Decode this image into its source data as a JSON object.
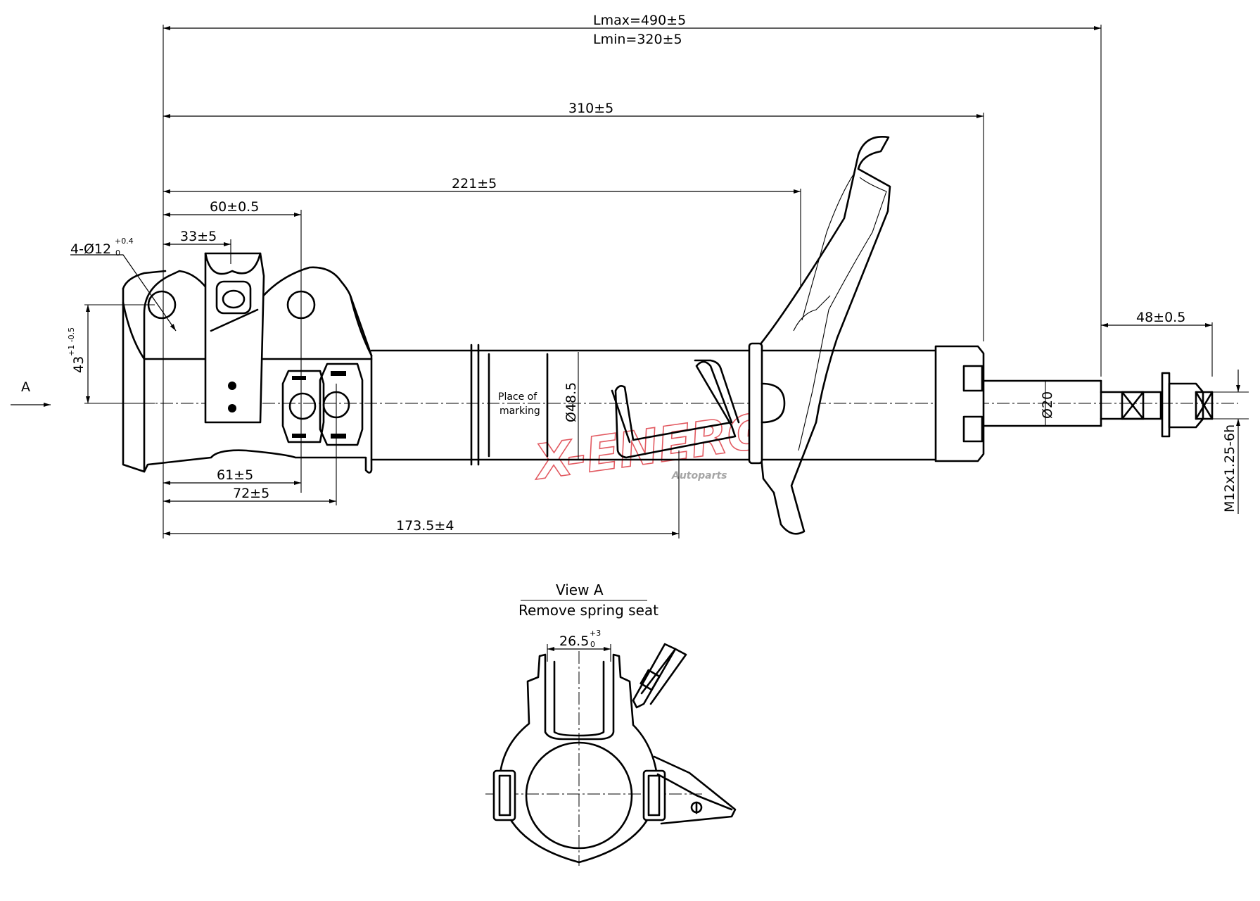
{
  "dimensions": {
    "lmax": "Lmax=490±5",
    "lmin": "Lmin=320±5",
    "d310": "310±5",
    "d221": "221±5",
    "d60": "60±0.5",
    "d33": "33±5",
    "holes_main": "4-Ø12",
    "holes_sup": "+0.4",
    "holes_sub": "0",
    "d43_main": "43",
    "d43_tol": "+1 -0.5",
    "d61": "61±5",
    "d72": "72±5",
    "d173": "173.5±4",
    "d48": "48±0.5",
    "phi48": "Ø48.5",
    "phi20": "Ø20",
    "thread": "M12x1.25-6h",
    "d26_main": "26.5",
    "d26_sup": "+3",
    "d26_sub": "0"
  },
  "labels": {
    "arrow_a": "A",
    "marking_line1": "Place of",
    "marking_line2": "marking",
    "view_title": "View A",
    "view_subtitle": "Remove spring seat"
  },
  "watermark": {
    "brand": "X-ENERGY",
    "sub": "Autoparts",
    "color": "#d9232d"
  }
}
